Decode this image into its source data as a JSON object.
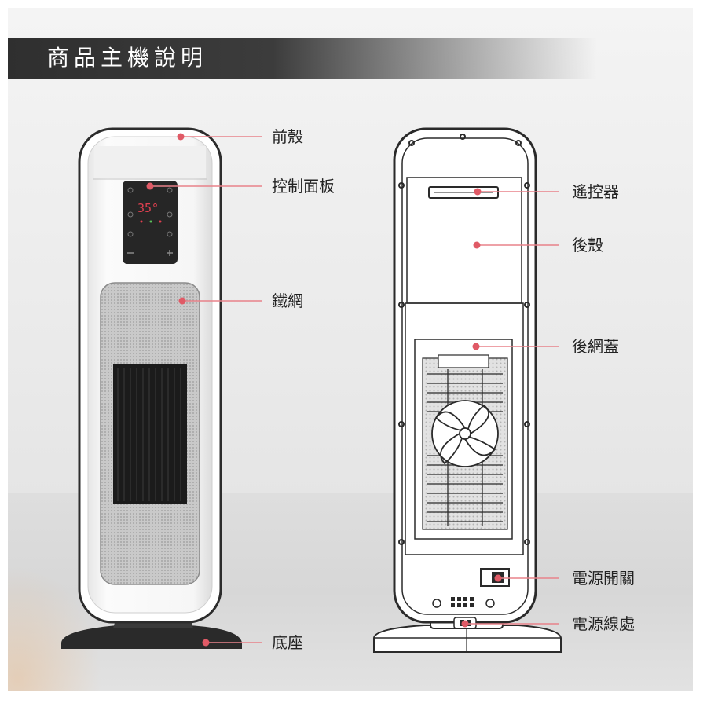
{
  "title": "商品主機說明",
  "parts": {
    "front_shell": "前殼",
    "control_panel": "控制面板",
    "iron_mesh": "鐵網",
    "base": "底座",
    "remote": "遙控器",
    "back_shell": "後殼",
    "back_mesh_cover": "後網蓋",
    "power_switch": "電源開關",
    "power_cord": "電源線處"
  },
  "panel": {
    "temperature": "35°"
  },
  "colors": {
    "accent": "#e05a66",
    "banner": "#333333",
    "line": "#e87a84"
  },
  "icons": [
    "power-icon",
    "fan-icon",
    "timer-icon",
    "minus-icon",
    "plus-icon"
  ]
}
